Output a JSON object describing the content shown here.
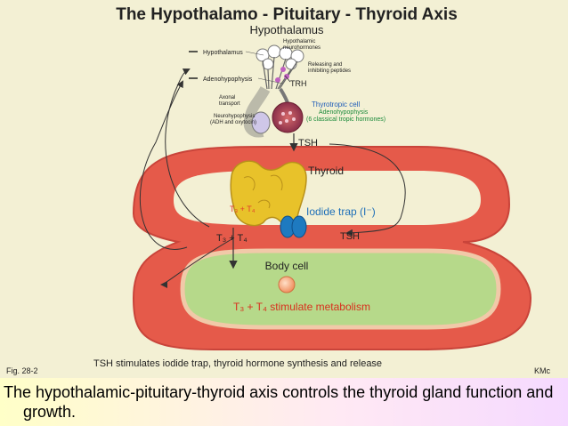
{
  "figure": {
    "title": "The Hypothalamo - Pituitary - Thyroid  Axis",
    "hypothalamus_heading": "Hypothalamus",
    "left_labels": {
      "hypothalamus": "Hypothalamus",
      "adenohypophysis": "Adenohypophysis"
    },
    "small_labels": {
      "hypothalamic_neurohormones": [
        "Hypothalamic",
        "neurohormones"
      ],
      "releasing_peptides": [
        "Releasing and",
        "inhibiting peptides"
      ],
      "axonal_transport": [
        "Axonal",
        "transport"
      ],
      "neurohypophysis": [
        "Neurohypophysis",
        "(ADH and oxytocin)"
      ],
      "adenohypophysis_hormones": [
        "Adenohypophysis",
        "(6 classical tropic hormones)"
      ]
    },
    "trh": "TRH",
    "thyrotropic_cell": "Thyrotropic cell",
    "tsh_top": "TSH",
    "thyroid": "Thyroid",
    "t3_t4_gland": "T₃ + T₄",
    "iodide_trap": "Iodide trap (I⁻)",
    "t3_t4_left": "T₃ + T₄",
    "tsh_right": "TSH",
    "body_cell": "Body cell",
    "metabolism": "T₃ + T₄ stimulate metabolism",
    "fig_number": "Fig. 28-2",
    "footer": "TSH stimulates iodide trap, thyroid hormone synthesis and release",
    "author": "KMc"
  },
  "caption": "The hypothalamic-pituitary-thyroid axis controls the thyroid gland function and growth.",
  "colors": {
    "vessel": "#e55a4a",
    "vessel_dark": "#c9443a",
    "cell": "#b6d98a",
    "thyroid": "#e8c22a",
    "iodide_trap": "#1e7ac0"
  }
}
